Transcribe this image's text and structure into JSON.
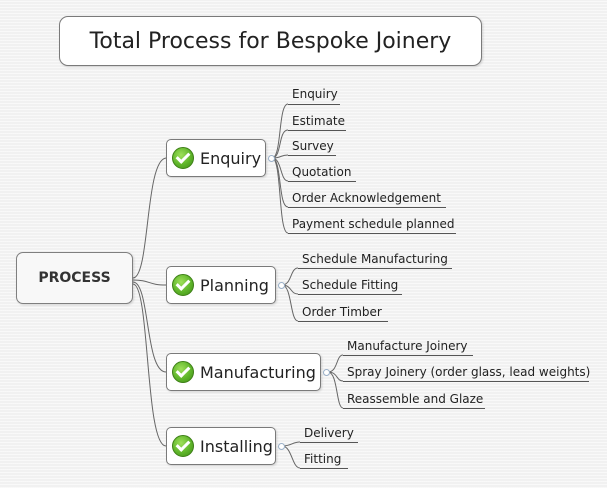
{
  "title": "Total Process for Bespoke Joinery",
  "root": "PROCESS",
  "branches": [
    {
      "label": "Enquiry",
      "icon": "check-icon",
      "items": [
        "Enquiry",
        "Estimate",
        "Survey",
        "Quotation",
        "Order Acknowledgement",
        "Payment schedule planned"
      ]
    },
    {
      "label": "Planning",
      "icon": "check-icon",
      "items": [
        "Schedule Manufacturing",
        "Schedule Fitting",
        "Order Timber"
      ]
    },
    {
      "label": "Manufacturing",
      "icon": "check-icon",
      "items": [
        "Manufacture Joinery",
        "Spray Joinery (order glass, lead weights)",
        "Reassemble and Glaze"
      ]
    },
    {
      "label": "Installing",
      "icon": "check-icon",
      "items": [
        "Delivery",
        "Fitting"
      ]
    }
  ],
  "colors": {
    "check": "#5fb52a",
    "connector": "#666666",
    "background": "#f1f1f1"
  }
}
